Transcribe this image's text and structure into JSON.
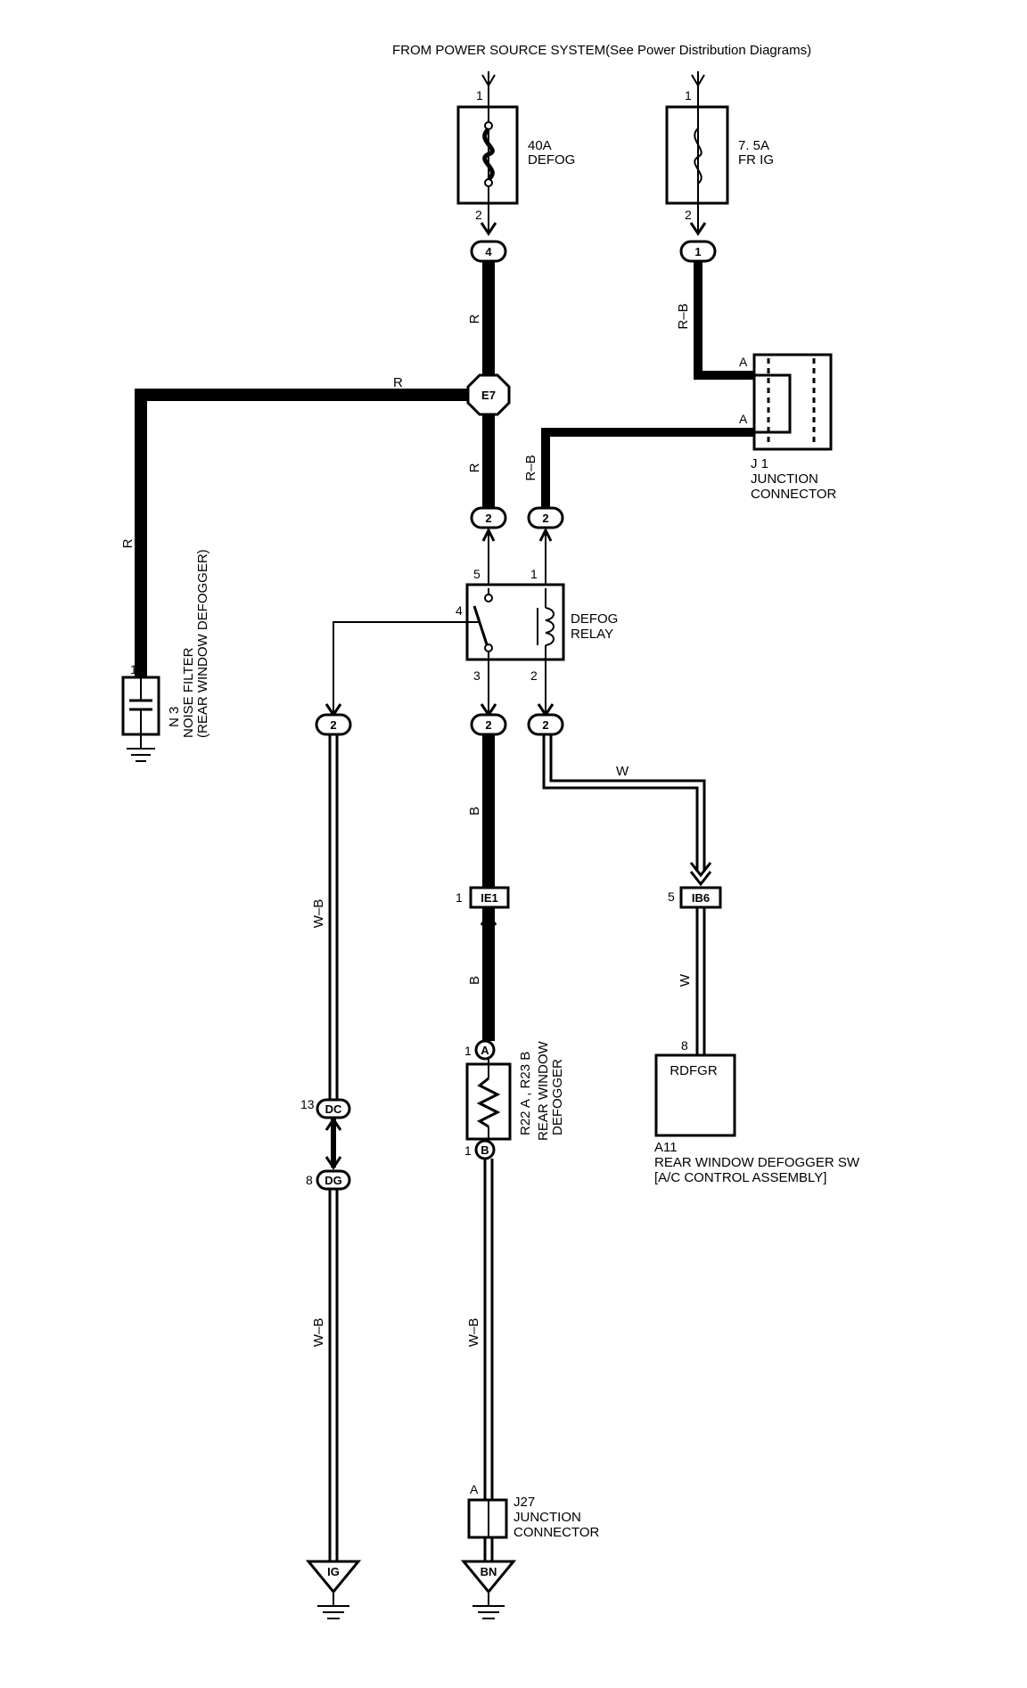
{
  "header": {
    "source_text": "FROM POWER SOURCE SYSTEM(See Power Distribution Diagrams)"
  },
  "fuses": [
    {
      "rating": "40A",
      "name": "DEFOG",
      "pin_in": "1",
      "pin_out": "2",
      "connector": "4"
    },
    {
      "rating": "7. 5A",
      "name": "FR IG",
      "pin_in": "1",
      "pin_out": "2",
      "connector": "1"
    }
  ],
  "wire_colors": {
    "main_feed": "R",
    "to_noise_filter": "R",
    "noise_filter_drop": "R",
    "e7_to_relay": "R",
    "fuse2_to_j1": "R–B",
    "j1_to_relay": "R–B",
    "relay_to_ground_left": "W–B",
    "lower_left": "W–B",
    "relay_to_ie1": "B",
    "ie1_to_defogger": "B",
    "relay_to_ib6": "W",
    "ib6_to_switch": "W",
    "defogger_to_j27": "W–B"
  },
  "connectors": {
    "e7": "E7",
    "relay_top_left": "2",
    "relay_top_right": "2",
    "relay_bottom_left": "2",
    "relay_bottom_mid": "2",
    "relay_bottom_right": "2",
    "ie1": "IE1",
    "ie1_pin": "1",
    "ib6": "IB6",
    "ib6_pin": "5",
    "dc": "DC",
    "dc_pin": "13",
    "dg": "DG",
    "dg_pin": "8"
  },
  "j1": {
    "id": "J 1",
    "name_line1": "JUNCTION",
    "name_line2": "CONNECTOR",
    "pin_top": "A",
    "pin_bottom": "A"
  },
  "relay": {
    "name_line1": "DEFOG",
    "name_line2": "RELAY",
    "pin_5": "5",
    "pin_1": "1",
    "pin_4": "4",
    "pin_3": "3",
    "pin_2": "2"
  },
  "noise_filter": {
    "id": "N 3",
    "line1": "NOISE FILTER",
    "line2": "(REAR WINDOW DEFOGGER)",
    "pin": "1"
  },
  "defogger": {
    "pin_a": "1",
    "pin_b": "1",
    "conn_a": "A",
    "conn_b": "B",
    "label_ids": "R22 A , R23 B",
    "line1": "REAR WINDOW",
    "line2": "DEFOGGER"
  },
  "switch": {
    "pin": "8",
    "box_label": "RDFGR",
    "id": "A11",
    "line1": "REAR WINDOW DEFOGGER SW",
    "line2": "[A/C CONTROL ASSEMBLY]"
  },
  "j27": {
    "pin": "A",
    "id": "J27",
    "line1": "JUNCTION",
    "line2": "CONNECTOR"
  },
  "grounds": {
    "left": "IG",
    "right": "BN"
  },
  "colors": {
    "wire": "#000000",
    "background": "#ffffff"
  }
}
